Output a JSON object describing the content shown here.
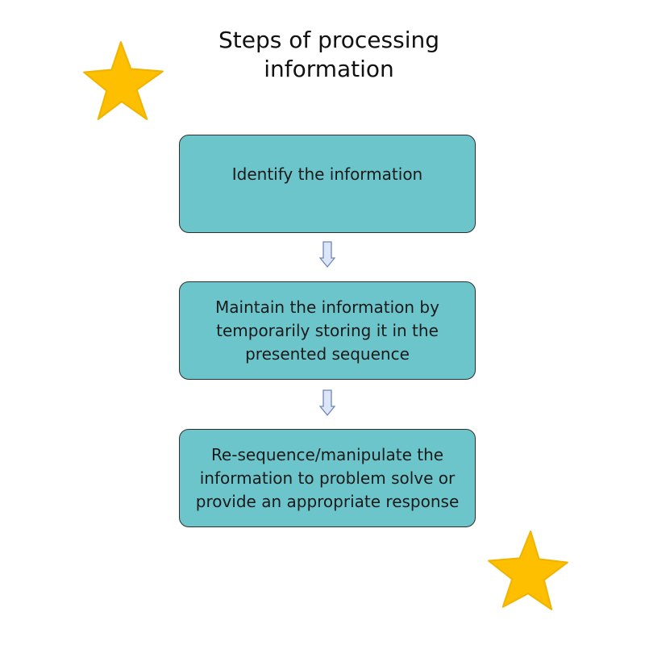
{
  "title": "Steps of processing\ninformation",
  "colors": {
    "box_fill": "#6cc5cb",
    "box_border": "#2f2f2f",
    "arrow_fill": "#dce6f8",
    "arrow_stroke": "#6f86b5",
    "star": "#fdbf00",
    "star_stroke": "#f0b400"
  },
  "steps": [
    {
      "text": "Identify the information"
    },
    {
      "text": "Maintain the information by temporarily storing it in the presented sequence"
    },
    {
      "text": "Re-sequence/manipulate the information to problem solve or provide an appropriate response"
    }
  ],
  "icons": {
    "decoration": "star-icon",
    "connector": "arrow-down-icon"
  }
}
